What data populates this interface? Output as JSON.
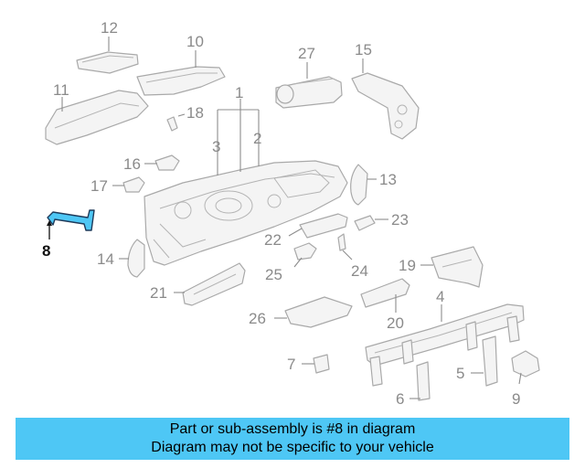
{
  "diagram": {
    "selected_part": "8",
    "callouts": {
      "c1": "1",
      "c2": "2",
      "c3": "3",
      "c4": "4",
      "c5": "5",
      "c6": "6",
      "c7": "7",
      "c8": "8",
      "c9": "9",
      "c10": "10",
      "c11": "11",
      "c12": "12",
      "c13": "13",
      "c14": "14",
      "c15": "15",
      "c16": "16",
      "c17": "17",
      "c18": "18",
      "c19": "19",
      "c20": "20",
      "c21": "21",
      "c22": "22",
      "c23": "23",
      "c24": "24",
      "c25": "25",
      "c26": "26",
      "c27": "27"
    }
  },
  "footer": {
    "line1": "Part or sub-assembly is #8 in diagram",
    "line2": "Diagram may not be specific to your vehicle"
  },
  "colors": {
    "highlight": "#4ec7f5",
    "part_stroke": "#a9a9a9",
    "callout_text": "#8a8a8a"
  }
}
